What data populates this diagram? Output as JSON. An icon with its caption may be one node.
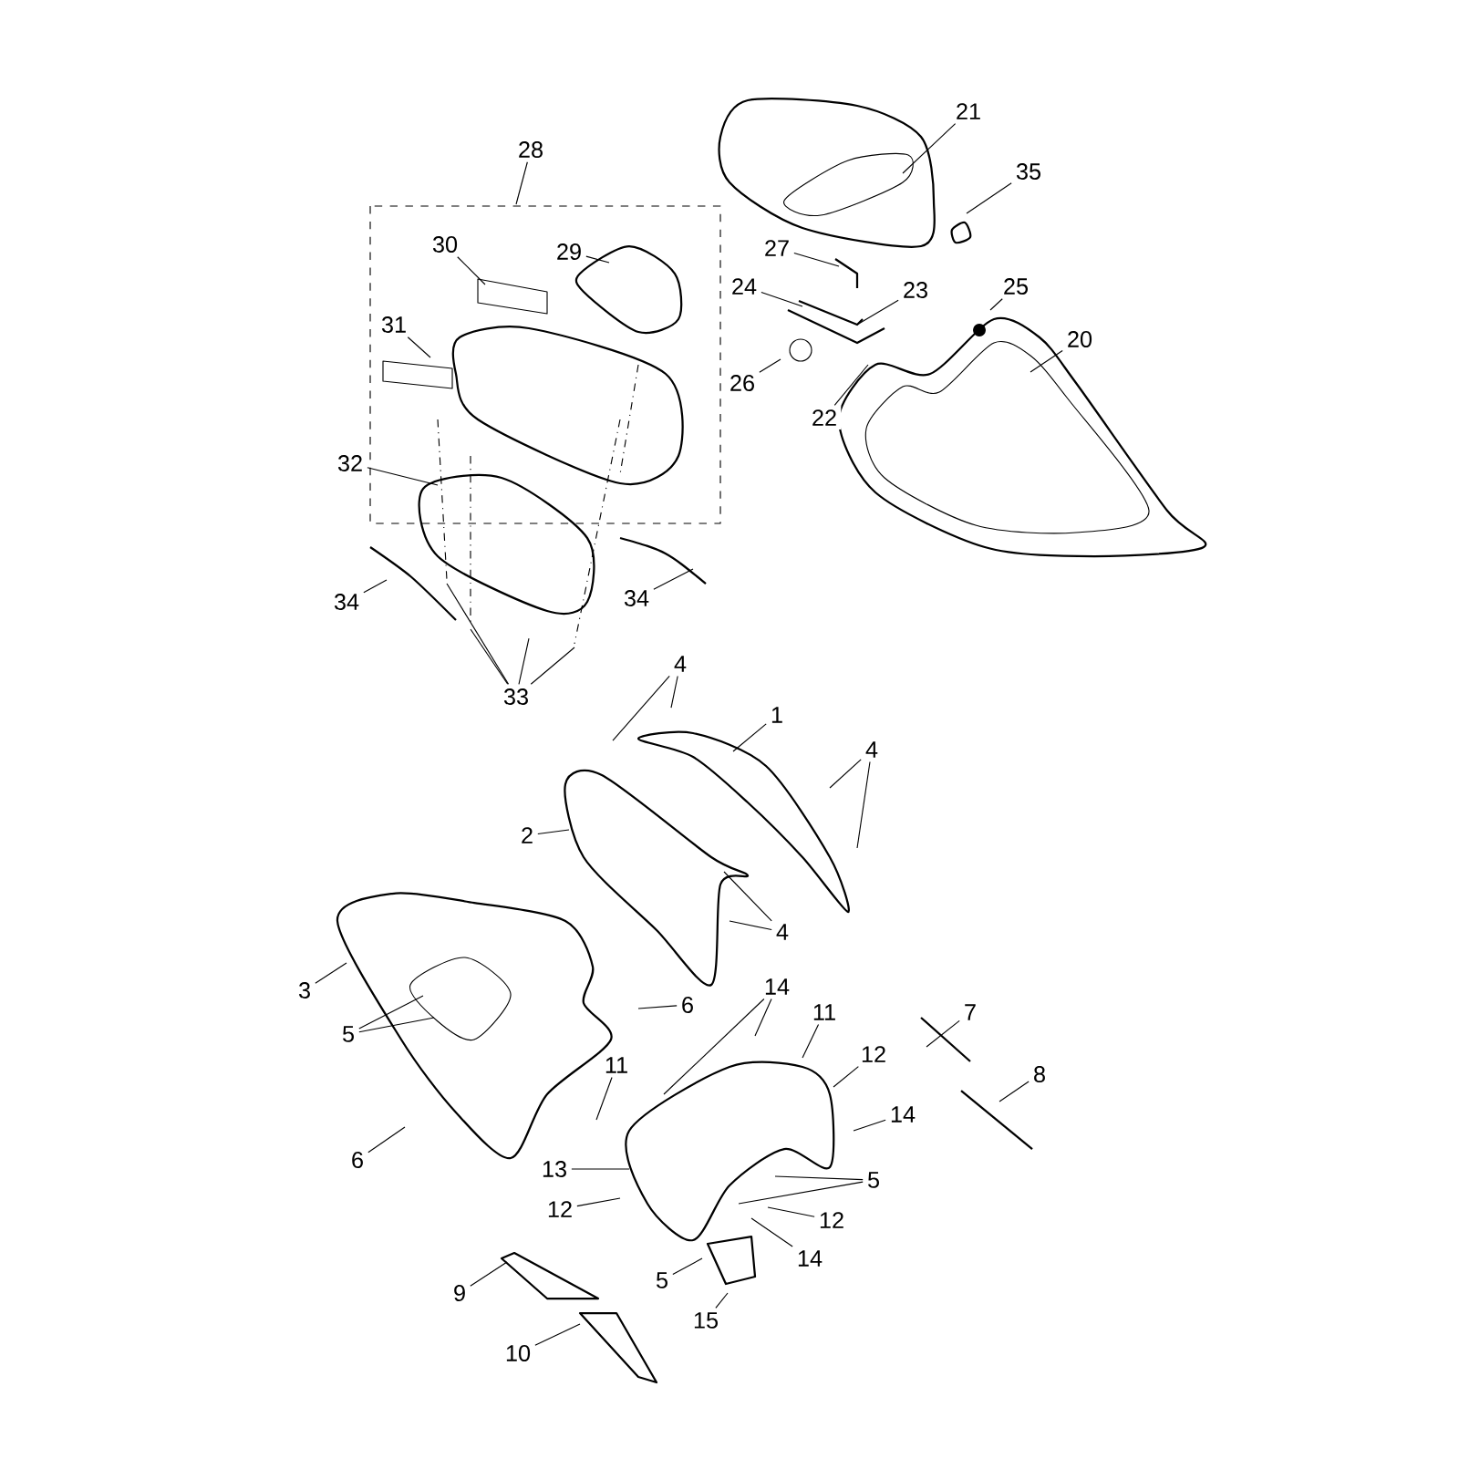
{
  "diagram": {
    "nodes": [
      {
        "text": [
          "28"
        ]
      },
      {
        "text": [
          "29"
        ]
      },
      {
        "text": [
          "30"
        ]
      },
      {
        "text": [
          "31"
        ]
      },
      {
        "text": [
          "32"
        ]
      },
      {
        "text": [
          "21"
        ]
      },
      {
        "text": [
          "35"
        ]
      },
      {
        "text": [
          "27"
        ]
      },
      {
        "text": [
          "24"
        ]
      },
      {
        "text": [
          "23"
        ]
      },
      {
        "text": [
          "25"
        ]
      },
      {
        "text": [
          "26"
        ]
      },
      {
        "text": [
          "22"
        ]
      },
      {
        "text": [
          "20"
        ]
      },
      {
        "text": [
          "34"
        ]
      },
      {
        "text": [
          "34"
        ]
      },
      {
        "text": [
          "33"
        ]
      },
      {
        "text": [
          "4"
        ]
      },
      {
        "text": [
          "1"
        ]
      },
      {
        "text": [
          "4"
        ]
      },
      {
        "text": [
          "2"
        ]
      },
      {
        "text": [
          "4"
        ]
      },
      {
        "text": [
          "3"
        ]
      },
      {
        "text": [
          "5"
        ]
      },
      {
        "text": [
          "6"
        ]
      },
      {
        "text": [
          "6"
        ]
      },
      {
        "text": [
          "14"
        ]
      },
      {
        "text": [
          "11"
        ]
      },
      {
        "text": [
          "11"
        ]
      },
      {
        "text": [
          "12"
        ]
      },
      {
        "text": [
          "7"
        ]
      },
      {
        "text": [
          "8"
        ]
      },
      {
        "text": [
          "14"
        ]
      },
      {
        "text": [
          "13"
        ]
      },
      {
        "text": [
          "12"
        ]
      },
      {
        "text": [
          "5"
        ]
      },
      {
        "text": [
          "12"
        ]
      },
      {
        "text": [
          "14"
        ]
      },
      {
        "text": [
          "5"
        ]
      },
      {
        "text": [
          "15"
        ]
      },
      {
        "text": [
          "9"
        ]
      },
      {
        "text": [
          "10"
        ]
      }
    ],
    "edges": [
      {
        "from": 0,
        "to": null,
        "arrow": "none"
      },
      {
        "from": 1,
        "to": null,
        "arrow": "none"
      },
      {
        "from": 2,
        "to": null,
        "arrow": "none"
      },
      {
        "from": 3,
        "to": null,
        "arrow": "none"
      },
      {
        "from": 4,
        "to": null,
        "arrow": "none"
      },
      {
        "from": 5,
        "to": null,
        "arrow": "none"
      },
      {
        "from": 6,
        "to": null,
        "arrow": "none"
      },
      {
        "from": 7,
        "to": null,
        "arrow": "none"
      },
      {
        "from": 8,
        "to": null,
        "arrow": "none"
      },
      {
        "from": 9,
        "to": null,
        "arrow": "none"
      },
      {
        "from": 10,
        "to": null,
        "arrow": "none"
      },
      {
        "from": 11,
        "to": null,
        "arrow": "none"
      },
      {
        "from": 12,
        "to": null,
        "arrow": "none"
      },
      {
        "from": 13,
        "to": null,
        "arrow": "none"
      },
      {
        "from": 14,
        "to": null,
        "arrow": "none"
      },
      {
        "from": 15,
        "to": null,
        "arrow": "none"
      },
      {
        "from": 16,
        "to": null,
        "arrow": "none"
      },
      {
        "from": 16,
        "to": null,
        "arrow": "none"
      },
      {
        "from": 16,
        "to": null,
        "arrow": "none"
      },
      {
        "from": 16,
        "to": null,
        "arrow": "none"
      },
      {
        "from": 17,
        "to": null,
        "arrow": "none"
      },
      {
        "from": 17,
        "to": null,
        "arrow": "none"
      },
      {
        "from": 18,
        "to": null,
        "arrow": "none"
      },
      {
        "from": 19,
        "to": null,
        "arrow": "none"
      },
      {
        "from": 19,
        "to": null,
        "arrow": "none"
      },
      {
        "from": 20,
        "to": null,
        "arrow": "none"
      },
      {
        "from": 21,
        "to": null,
        "arrow": "none"
      },
      {
        "from": 21,
        "to": null,
        "arrow": "none"
      },
      {
        "from": 22,
        "to": null,
        "arrow": "none"
      },
      {
        "from": 23,
        "to": null,
        "arrow": "none"
      },
      {
        "from": 23,
        "to": null,
        "arrow": "none"
      },
      {
        "from": 24,
        "to": null,
        "arrow": "none"
      },
      {
        "from": 25,
        "to": null,
        "arrow": "none"
      },
      {
        "from": 26,
        "to": null,
        "arrow": "none"
      },
      {
        "from": 26,
        "to": null,
        "arrow": "none"
      },
      {
        "from": 27,
        "to": null,
        "arrow": "none"
      },
      {
        "from": 28,
        "to": null,
        "arrow": "none"
      },
      {
        "from": 29,
        "to": null,
        "arrow": "none"
      },
      {
        "from": 30,
        "to": null,
        "arrow": "none"
      },
      {
        "from": 31,
        "to": null,
        "arrow": "none"
      },
      {
        "from": 32,
        "to": null,
        "arrow": "none"
      },
      {
        "from": 33,
        "to": null,
        "arrow": "none"
      },
      {
        "from": 34,
        "to": null,
        "arrow": "none"
      },
      {
        "from": 35,
        "to": null,
        "arrow": "none"
      },
      {
        "from": 35,
        "to": null,
        "arrow": "none"
      },
      {
        "from": 36,
        "to": null,
        "arrow": "none"
      },
      {
        "from": 37,
        "to": null,
        "arrow": "none"
      },
      {
        "from": 38,
        "to": null,
        "arrow": "none"
      },
      {
        "from": 39,
        "to": null,
        "arrow": "none"
      },
      {
        "from": 40,
        "to": null,
        "arrow": "none"
      },
      {
        "from": 41,
        "to": null,
        "arrow": "none"
      }
    ]
  }
}
